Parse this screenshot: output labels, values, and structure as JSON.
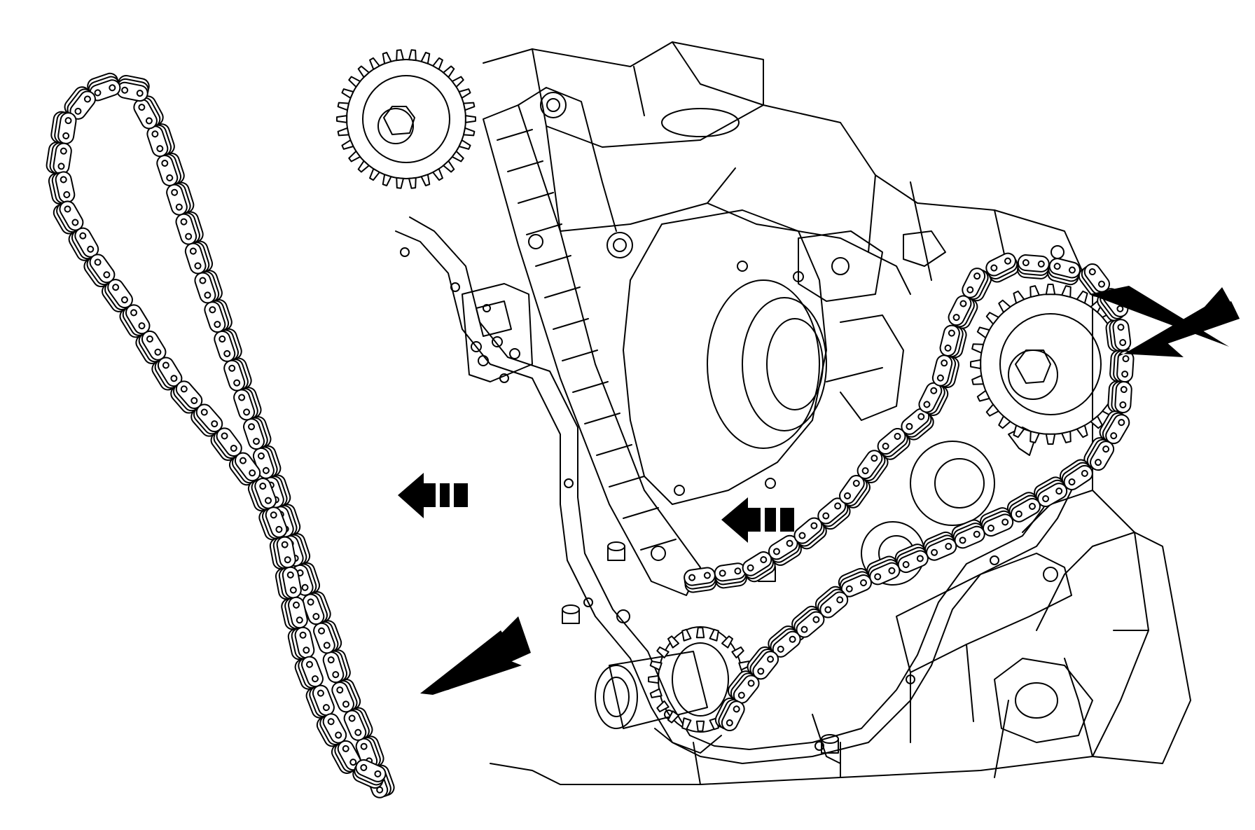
{
  "figure": {
    "labels": [],
    "colors": {
      "line": "#000000",
      "fill": "#ffffff",
      "arrow": "#000000"
    },
    "arrows": [
      {
        "name": "arrow-right-chain-direction",
        "style": "solid-double"
      },
      {
        "name": "arrow-left-chain-marking",
        "style": "solid-double"
      },
      {
        "name": "arrow-left-removal-direction",
        "style": "dashed"
      },
      {
        "name": "arrow-center-removal-direction",
        "style": "dashed"
      }
    ]
  }
}
